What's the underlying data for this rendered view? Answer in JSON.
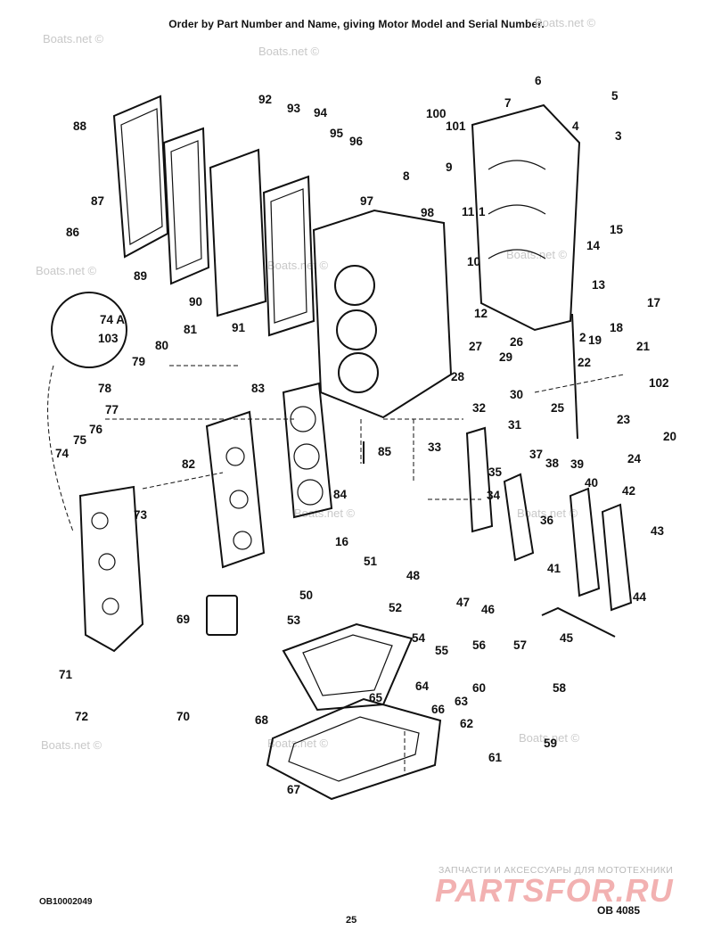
{
  "header": {
    "text": "Order by Part Number and Name, giving Motor Model and Serial Number."
  },
  "watermark": "Boats.net ©",
  "footer": {
    "ref_left": "OB10002049",
    "page": "25",
    "ref_right": "OB 4085"
  },
  "brand": {
    "sub": "ЗАПЧАСТИ И АКСЕССУАРЫ ДЛЯ МОТОТЕХНИКИ",
    "main": "PARTSFOR.RU"
  },
  "callouts": [
    "1",
    "2",
    "3",
    "4",
    "5",
    "6",
    "7",
    "8",
    "9",
    "10",
    "11",
    "12",
    "13",
    "14",
    "15",
    "16",
    "17",
    "18",
    "19",
    "20",
    "21",
    "22",
    "23",
    "24",
    "25",
    "26",
    "27",
    "28",
    "29",
    "30",
    "31",
    "32",
    "33",
    "34",
    "35",
    "36",
    "37",
    "38",
    "39",
    "40",
    "41",
    "42",
    "43",
    "44",
    "45",
    "46",
    "47",
    "48",
    "50",
    "51",
    "52",
    "53",
    "54",
    "55",
    "56",
    "57",
    "58",
    "59",
    "60",
    "61",
    "62",
    "63",
    "64",
    "65",
    "66",
    "67",
    "68",
    "69",
    "70",
    "71",
    "72",
    "73",
    "74",
    "74 A",
    "75",
    "76",
    "77",
    "78",
    "79",
    "80",
    "81",
    "82",
    "83",
    "84",
    "85",
    "86",
    "87",
    "88",
    "89",
    "90",
    "91",
    "92",
    "93",
    "94",
    "95",
    "96",
    "97",
    "98",
    "100",
    "101",
    "102",
    "103"
  ],
  "colors": {
    "ink": "#111111",
    "watermark": "#c8c8c8",
    "brand": "#f2b1b1"
  }
}
